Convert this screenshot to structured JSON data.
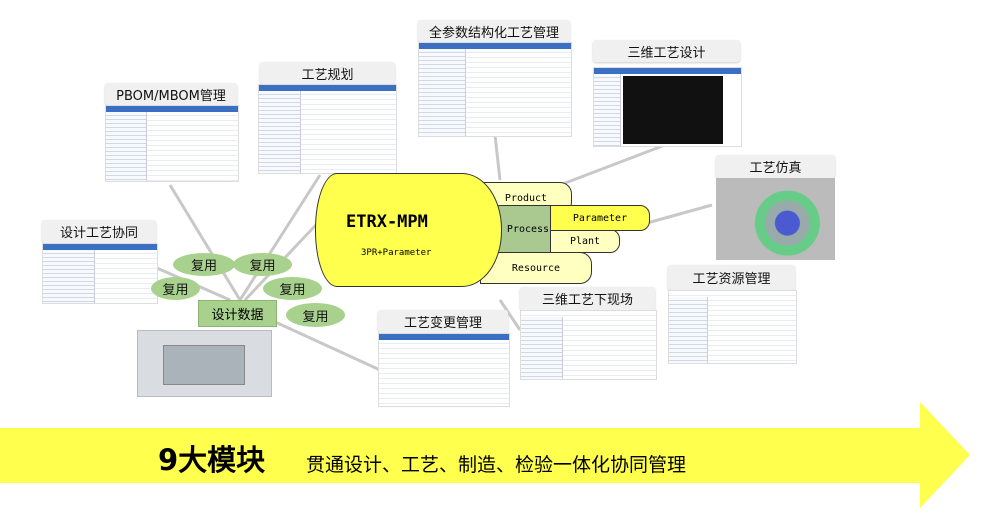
{
  "modules": {
    "pbom": "PBOM/MBOM管理",
    "planning": "工艺规划",
    "structured": "全参数结构化工艺管理",
    "design3d": "三维工艺设计",
    "simulation": "工艺仿真",
    "resource": "工艺资源管理",
    "shopfloor": "三维工艺下现场",
    "change": "工艺变更管理",
    "collab": "设计工艺协同"
  },
  "design_data": "设计数据",
  "reuse": [
    "复用",
    "复用",
    "复用",
    "复用",
    "复用"
  ],
  "cylinder": {
    "title": "ETRX-MPM",
    "subtitle": "3PR+Parameter",
    "product": "Product",
    "process": "Process",
    "parameter": "Parameter",
    "plant": "Plant",
    "resource": "Resource"
  },
  "banner": {
    "title": "9大模块",
    "text": "贯通设计、工艺、制造、检验一体化协同管理"
  },
  "colors": {
    "yellow": "#ffff4d",
    "green": "#a9d18e",
    "light": "#ffffc0"
  }
}
